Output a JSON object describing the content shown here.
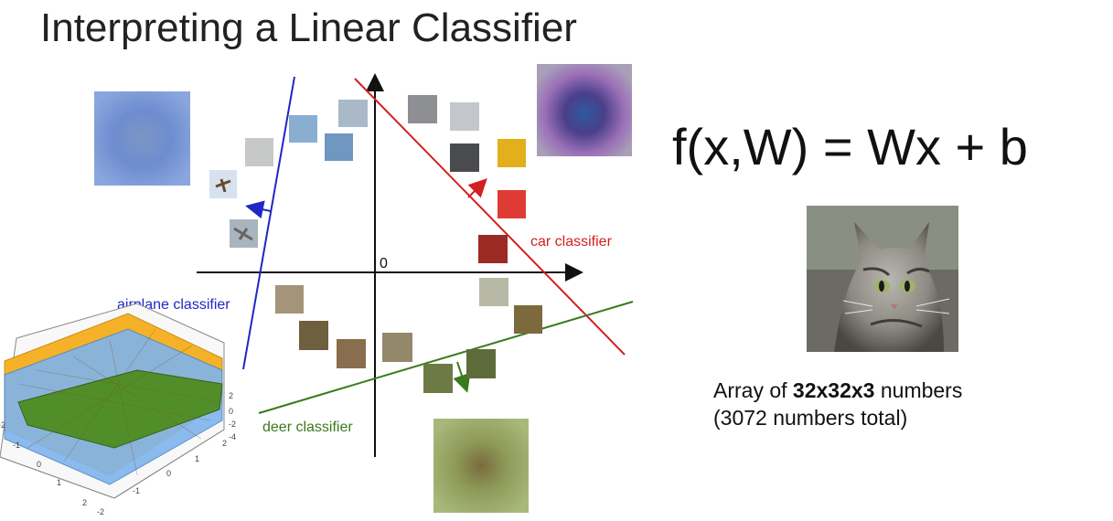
{
  "slide": {
    "title": "Interpreting a Linear Classifier",
    "formula": "f(x,W) = Wx + b"
  },
  "diagram": {
    "origin_label": "0",
    "classifiers": {
      "airplane": {
        "label": "airplane classifier",
        "color": "#1f27c4"
      },
      "car": {
        "label": "car classifier",
        "color": "#d32020"
      },
      "deer": {
        "label": "deer classifier",
        "color": "#3a7a1c"
      }
    },
    "surface_plot": {
      "z_ticks": [
        "2",
        "0",
        "-2",
        "-4"
      ],
      "x_ticks": [
        "-2",
        "-1",
        "0",
        "1",
        "2"
      ],
      "y_ticks": [
        "-2",
        "-1",
        "0",
        "1",
        "2"
      ],
      "colors": {
        "orange": "#f5b228",
        "blue": "#7fb4ee",
        "green": "#4f8d21"
      }
    }
  },
  "caption": {
    "prefix": "Array of ",
    "bold": "32x32x3",
    "suffix": " numbers",
    "line2": "(3072 numbers total)"
  }
}
